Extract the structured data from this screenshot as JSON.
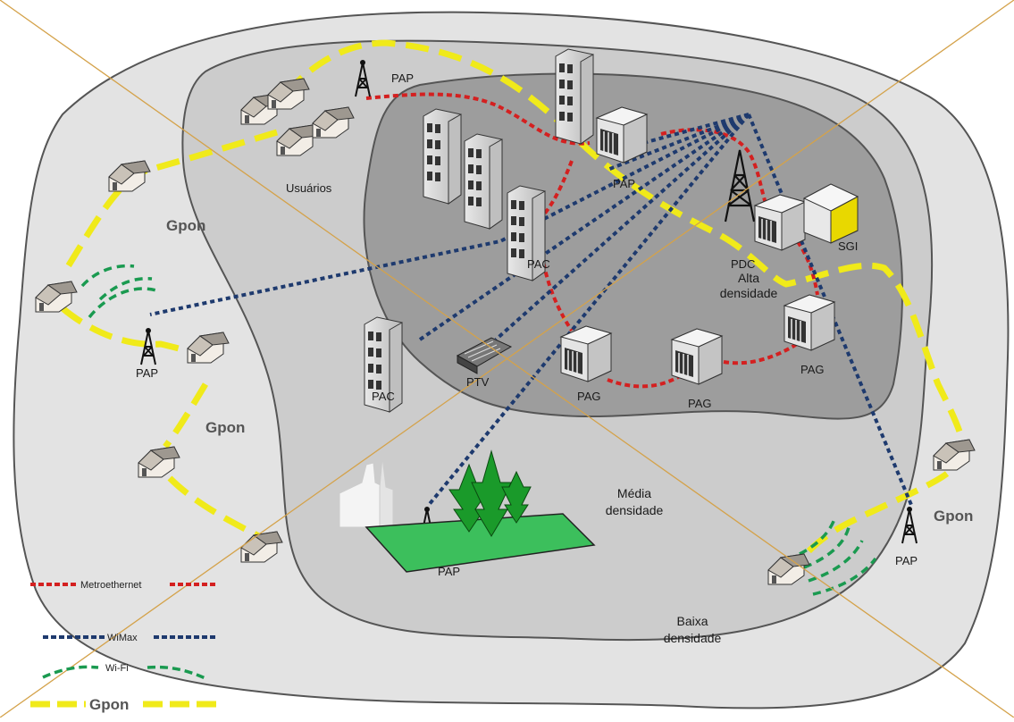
{
  "zones": {
    "high": [
      "Alta",
      "densidade"
    ],
    "medium": [
      "Média",
      "densidade"
    ],
    "low": [
      "Baixa",
      "densidade"
    ]
  },
  "labels": {
    "usuarios": "Usuários",
    "sgi": "SGI",
    "pdc": "PDC",
    "pap": "PAP",
    "pac": "PAC",
    "pag": "PAG",
    "ptv": "PTV",
    "gpon": "Gpon"
  },
  "legend": {
    "metroethernet": "Metroethernet",
    "wimax": "WiMax",
    "wifi": "Wi-Fi",
    "gpon": "Gpon"
  },
  "colors": {
    "metroethernet": "#d42020",
    "wimax": "#1e3a6e",
    "wifi": "#1a9a50",
    "gpon": "#f0ea1a",
    "crosshair": "#d4a24a"
  }
}
